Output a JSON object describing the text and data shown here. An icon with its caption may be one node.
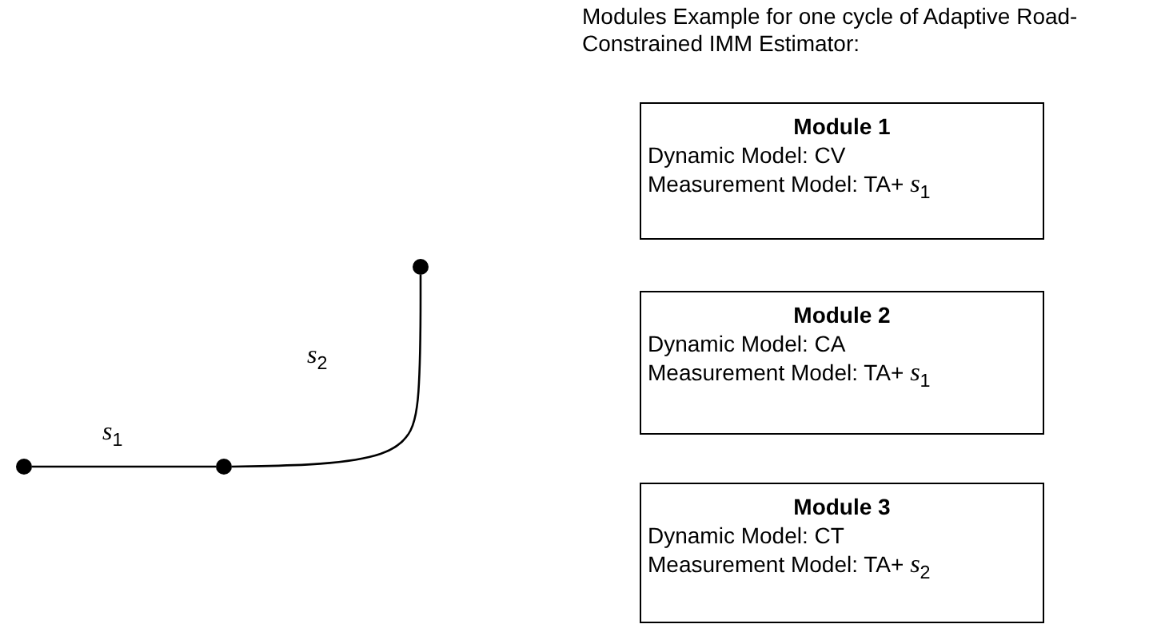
{
  "diagram": {
    "title": "Modules Example for one cycle of Adaptive Road-Constrained IMM Estimator:",
    "nodes": [
      {
        "text": [],
        "shape": "circle"
      },
      {
        "text": [],
        "shape": "circle"
      },
      {
        "text": [],
        "shape": "circle"
      },
      {
        "text": [
          "Module 1",
          "Dynamic Model: CV",
          "Measurement Model: TA+ *s*$_{1}$"
        ]
      },
      {
        "text": [
          "Module 2",
          "Dynamic Model: CA",
          "Measurement Model: TA+ *s*$_{1}$"
        ]
      },
      {
        "text": [
          "Module 3",
          "Dynamic Model: CT",
          "Measurement Model: TA+ *s*$_{2}$"
        ]
      }
    ],
    "edges": [
      {
        "from": 0,
        "to": 1,
        "arrow": "none",
        "label": "*s*$_{1}$"
      },
      {
        "from": 1,
        "to": 2,
        "arrow": "none",
        "label": "*s*$_{2}$"
      }
    ]
  }
}
